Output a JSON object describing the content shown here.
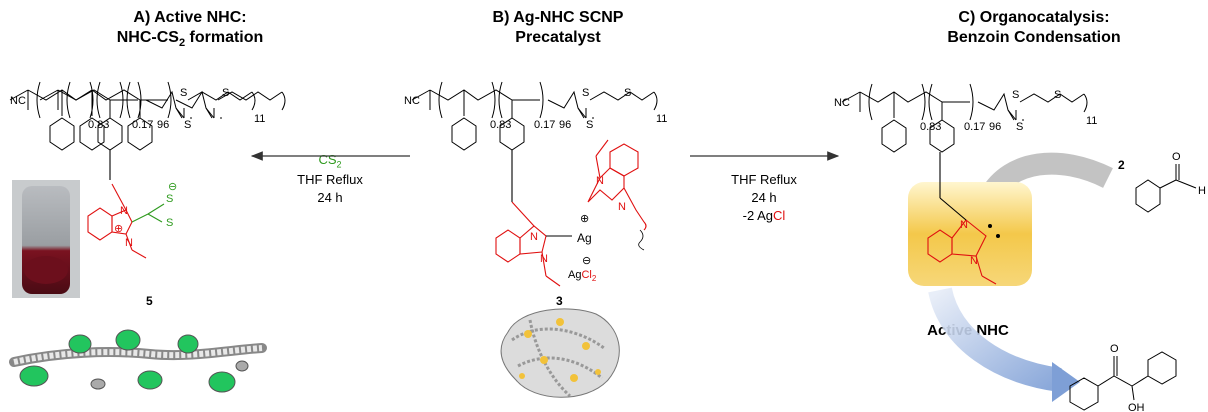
{
  "panels": {
    "a": {
      "title_line1": "A) Active NHC:",
      "title_line2_pre": "NHC-CS",
      "title_line2_sub": "2",
      "title_line2_post": " formation",
      "compound": "5"
    },
    "b": {
      "title_line1": "B) Ag-NHC SCNP",
      "title_line2": "Precatalyst",
      "compound": "3"
    },
    "c": {
      "title_line1": "C) Organocatalysis:",
      "title_line2": "Benzoin Condensation",
      "reagent": "2",
      "active_label": "Active NHC"
    }
  },
  "arrows": {
    "left": {
      "reagent_pre": "CS",
      "reagent_sub": "2",
      "condition1": "THF Reflux",
      "condition2": "24 h"
    },
    "right": {
      "condition1": "THF Reflux",
      "condition2": "24 h",
      "condition3_pre": "-2 Ag",
      "condition3_cl": "Cl"
    }
  },
  "polymer": {
    "end_group": "NC",
    "x1": "0.83",
    "x2": "0.17",
    "n": "96",
    "s": "S",
    "s2": "S",
    "s3": "S",
    "tail": "11"
  },
  "chem_labels": {
    "n": "N",
    "ag": "Ag",
    "agcl": "AgCl",
    "cl2": "2",
    "o": "O",
    "oh": "OH",
    "h": "H",
    "plus": "⊕",
    "minus": "⊖"
  },
  "colors": {
    "red": "#e01010",
    "green": "#2e9a1e",
    "yellow": "#f2c23a",
    "blue": "#8aa6d8"
  }
}
